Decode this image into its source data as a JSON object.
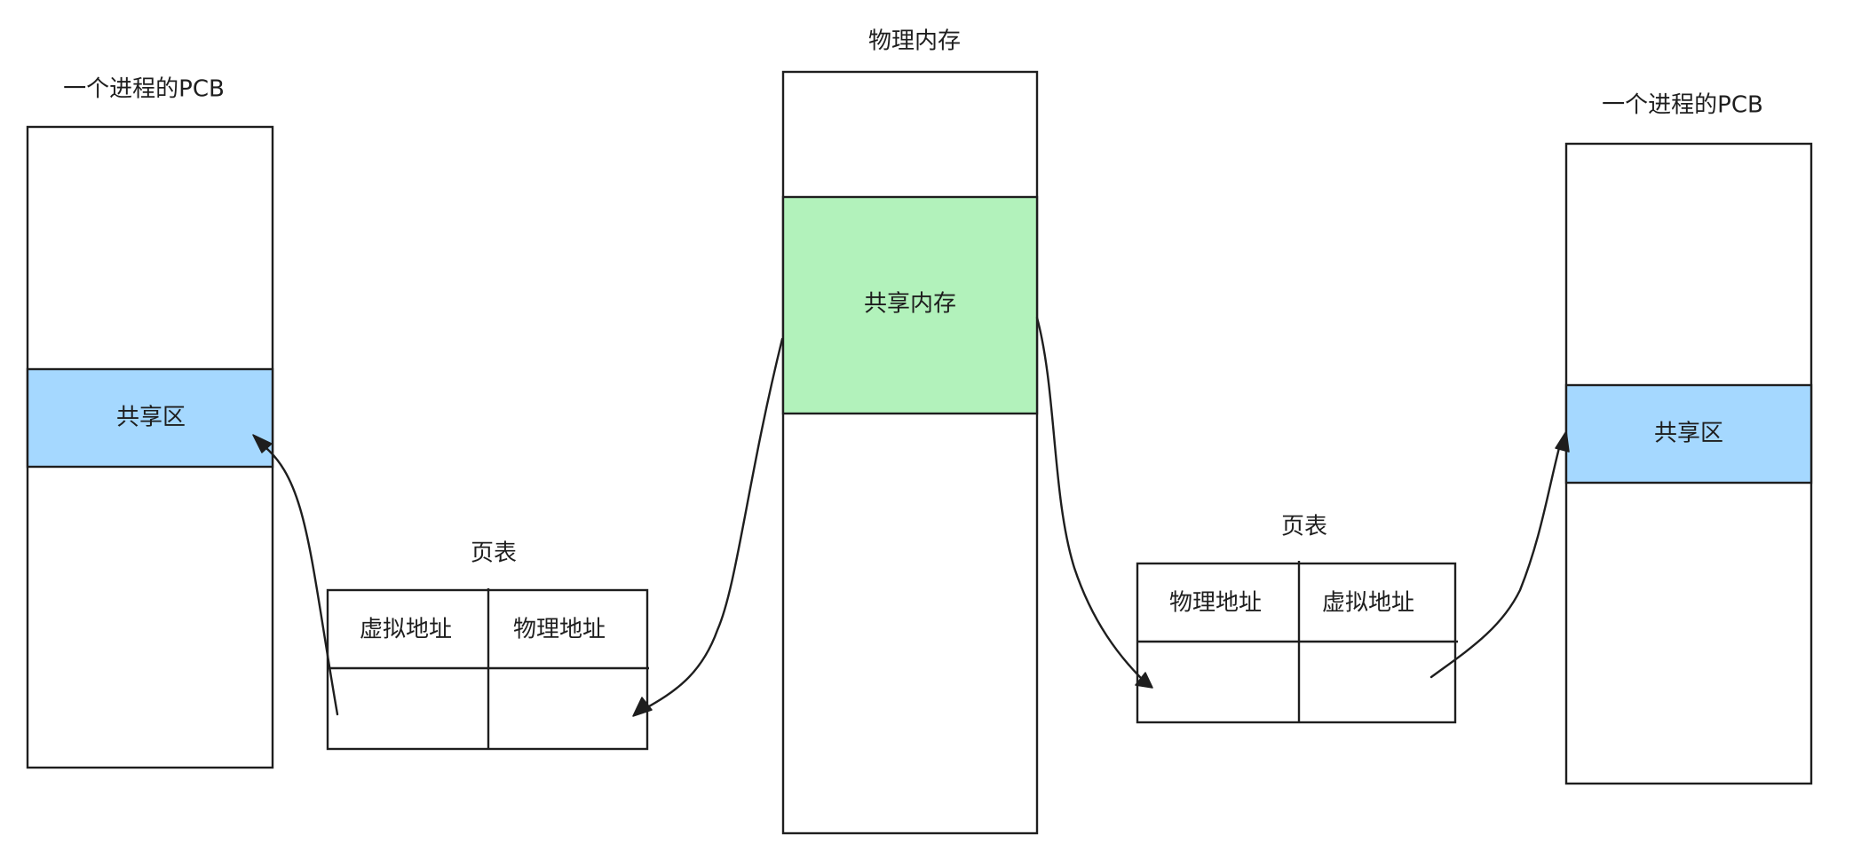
{
  "left_process": {
    "title": "一个进程的PCB",
    "shared_region": "共享区"
  },
  "left_page_table": {
    "title": "页表",
    "col1_header": "虚拟地址",
    "col2_header": "物理地址"
  },
  "physical_memory": {
    "title": "物理内存",
    "shared_region": "共享内存"
  },
  "right_page_table": {
    "title": "页表",
    "col1_header": "物理地址",
    "col2_header": "虚拟地址"
  },
  "right_process": {
    "title": "一个进程的PCB",
    "shared_region": "共享区"
  },
  "colors": {
    "process_shared_fill": "#a5d8ff",
    "memory_shared_fill": "#b2f2bb",
    "stroke": "#1e1e1e"
  }
}
